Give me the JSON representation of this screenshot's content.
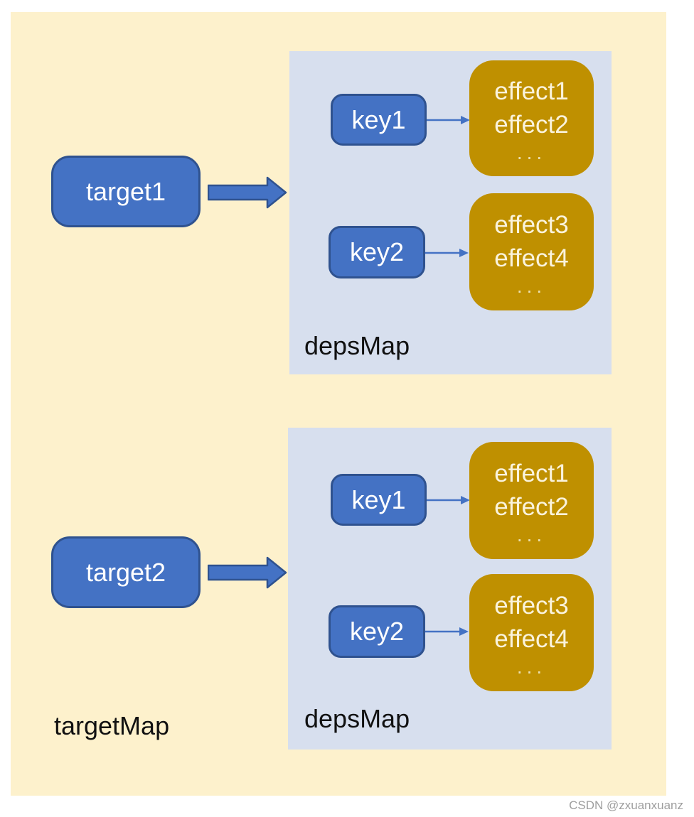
{
  "page": {
    "watermark": "CSDN @zxuanxuanz"
  },
  "colors": {
    "canvas_bg": "#FDF1CC",
    "panel_bg": "#D7DFEE",
    "node_blue_fill": "#4472C4",
    "node_blue_border": "#2F528F",
    "node_gold_fill": "#BF9000",
    "node_text": "#FFFFFF",
    "effect_text": "#FAF3DC",
    "label_text": "#111111",
    "watermark_text": "#9E9E9E"
  },
  "targetMap": {
    "label": "targetMap",
    "groups": [
      {
        "target": "target1",
        "depsMap": {
          "label": "depsMap",
          "entries": [
            {
              "key": "key1",
              "effects": [
                "effect1",
                "effect2"
              ],
              "ellipsis": "..."
            },
            {
              "key": "key2",
              "effects": [
                "effect3",
                "effect4"
              ],
              "ellipsis": "..."
            }
          ]
        }
      },
      {
        "target": "target2",
        "depsMap": {
          "label": "depsMap",
          "entries": [
            {
              "key": "key1",
              "effects": [
                "effect1",
                "effect2"
              ],
              "ellipsis": "..."
            },
            {
              "key": "key2",
              "effects": [
                "effect3",
                "effect4"
              ],
              "ellipsis": "..."
            }
          ]
        }
      }
    ]
  }
}
